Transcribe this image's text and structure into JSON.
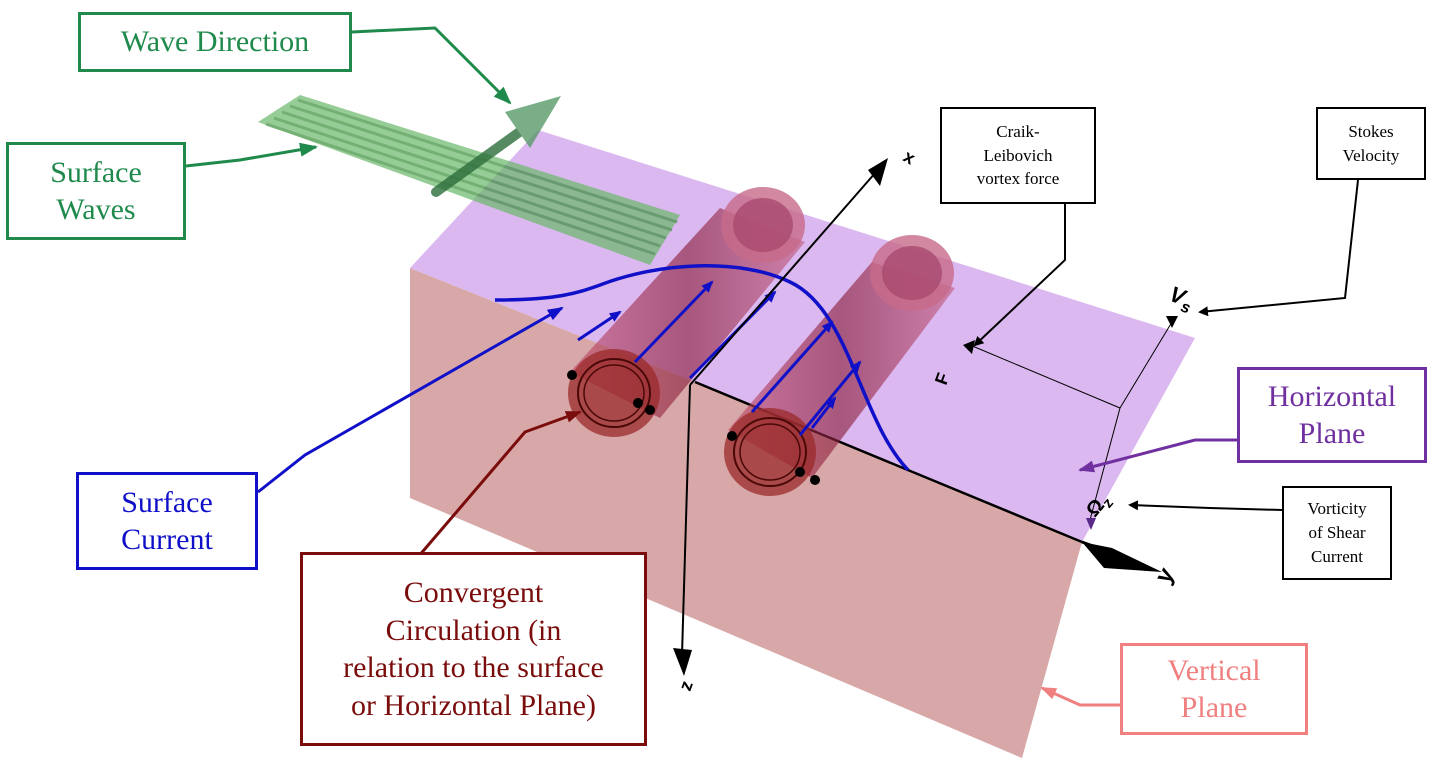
{
  "labels": {
    "wave_direction": "Wave Direction",
    "surface_waves": [
      "Surface",
      "Waves"
    ],
    "craik_leibovich": [
      "Craik-",
      "Leibovich",
      "vortex force"
    ],
    "stokes_velocity": [
      "Stokes",
      "Velocity"
    ],
    "horizontal_plane": [
      "Horizontal",
      "Plane"
    ],
    "vorticity": [
      "Vorticity",
      "of Shear",
      "Current"
    ],
    "surface_current": [
      "Surface",
      "Current"
    ],
    "convergent_circulation": [
      "Convergent",
      "Circulation (in",
      "relation to the surface",
      "or Horizontal Plane)"
    ],
    "vertical_plane": [
      "Vertical",
      "Plane"
    ]
  },
  "axes": {
    "x": "x",
    "y": "y",
    "z": "z",
    "force": "F",
    "stokes": "V",
    "stokes_sub": "s",
    "vorticity": "Ω",
    "vorticity_sub": "z"
  },
  "colors": {
    "green": "#1f8a4c",
    "blue": "#1010c8",
    "maroon": "#7a0c0c",
    "purple": "#7030a0",
    "pink": "#f08080",
    "horizontal_plane_fill": "#dbb8f0",
    "vertical_plane_fill": "#d8a8a8",
    "vortex_tube": "#a0304a"
  }
}
